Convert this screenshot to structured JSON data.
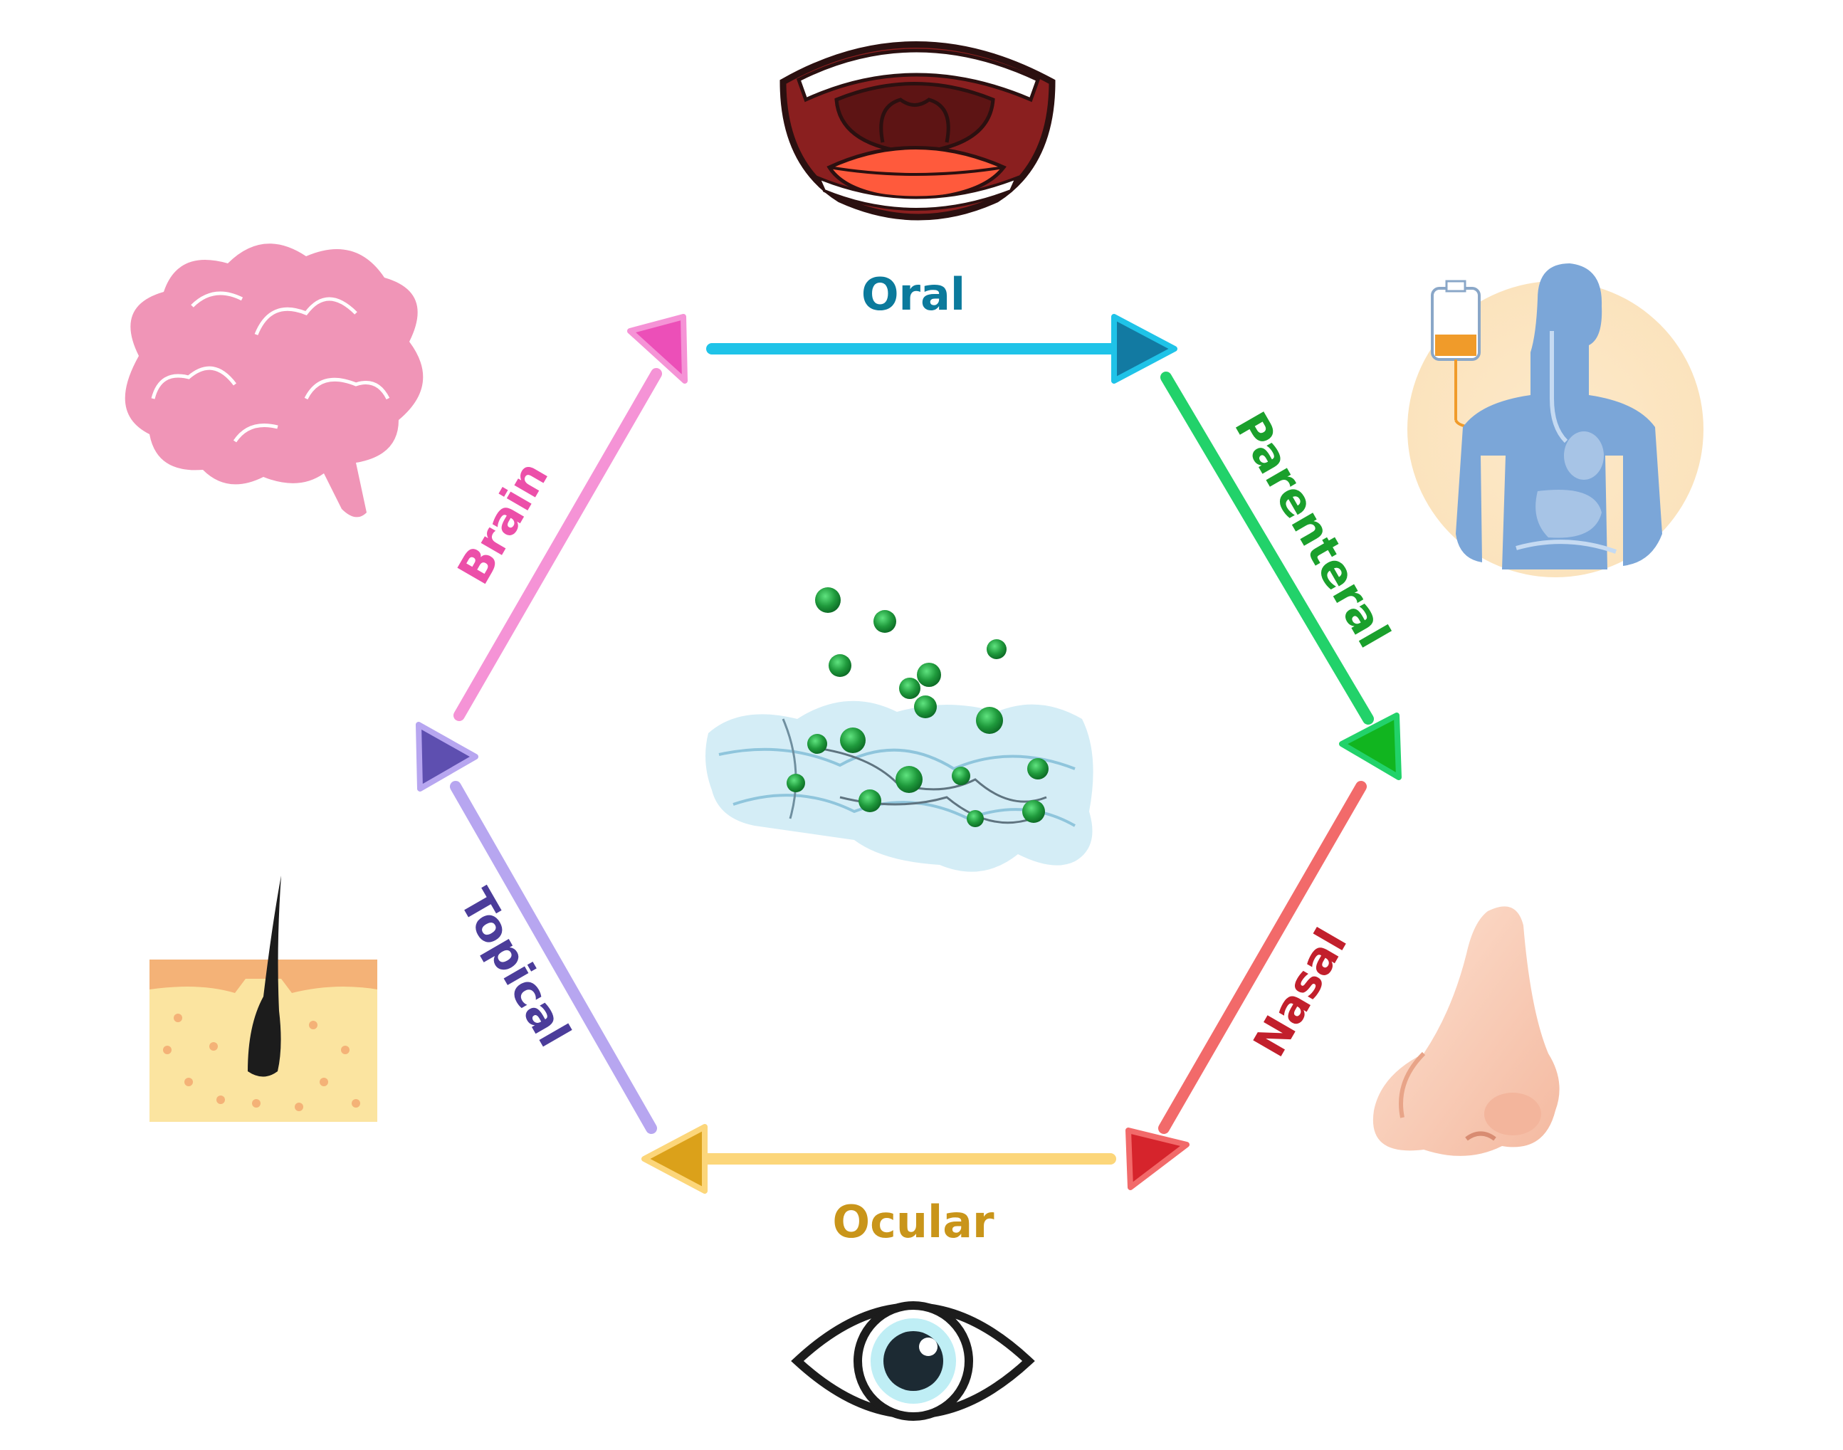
{
  "routes": [
    {
      "id": "oral",
      "label": "Oral",
      "color": "#0b7a9c",
      "line_color": "#1fc3e8",
      "arrow_color": "#127aa2",
      "icon": "mouth-icon"
    },
    {
      "id": "parenteral",
      "label": "Parenteral",
      "color": "#1aa02c",
      "line_color": "#22d26a",
      "arrow_color": "#11b51f",
      "icon": "iv-body-icon"
    },
    {
      "id": "nasal",
      "label": "Nasal",
      "color": "#c21f2c",
      "line_color": "#f26a6a",
      "arrow_color": "#d6242c",
      "icon": "nose-icon"
    },
    {
      "id": "ocular",
      "label": "Ocular",
      "color": "#c9951a",
      "line_color": "#fcd67a",
      "arrow_color": "#dba11a",
      "icon": "eye-icon"
    },
    {
      "id": "topical",
      "label": "Topical",
      "color": "#4b3c9a",
      "line_color": "#b7a6f0",
      "arrow_color": "#5e4fb0",
      "icon": "skin-hair-icon"
    },
    {
      "id": "brain",
      "label": "Brain",
      "color": "#ec4fa9",
      "line_color": "#f593d6",
      "arrow_color": "#ec4fb8",
      "icon": "brain-icon"
    }
  ],
  "center": {
    "icon": "hydrogel-nanoparticles-icon"
  }
}
